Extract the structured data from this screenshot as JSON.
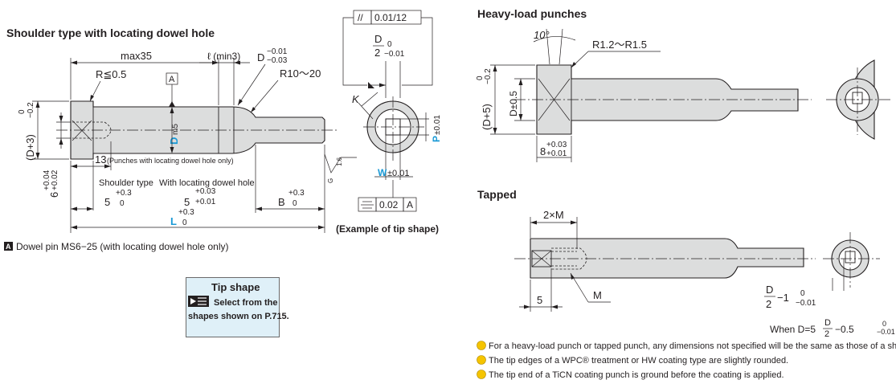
{
  "titles": {
    "shoulder": "Shoulder type with locating dowel hole",
    "heavy": "Heavy-load punches",
    "tapped": "Tapped"
  },
  "shoulder_dims": {
    "max35": "max35",
    "l_min3": "ℓ (min3)",
    "d_main": "D",
    "d_tol_top": "−0.01",
    "d_tol_bot": "−0.03",
    "r05": "R≦0.5",
    "r1020": "R10〜20",
    "ref_a": "A",
    "d_m5_d": "D",
    "d_m5_m": "m5",
    "d3": "(D+3)",
    "d3_tol_top": "0",
    "d3_tol_bot": "−0.2",
    "six": "6",
    "six_tol_top": "+0.04",
    "six_tol_bot": "+0.02",
    "thirteen": "13",
    "thirteen_note": "(Punches with locating dowel hole only)",
    "shoulder_type": "Shoulder type",
    "with_dowel": "With locating dowel hole",
    "five_a": "5",
    "five_a_top": "+0.3",
    "five_a_bot": "0",
    "five_b": "5",
    "five_b_top": "+0.03",
    "five_b_bot": "+0.01",
    "b_dim": "B",
    "b_top": "+0.3",
    "b_bot": "0",
    "l_dim": "L",
    "l_top": "+0.3",
    "l_bot": "0",
    "g16": "1.6",
    "g": "G"
  },
  "tip_example": {
    "parallel_sym": "//",
    "parallel_val": "0.01/12",
    "d": "D",
    "two": "2",
    "two_tol_top": "0",
    "two_tol_bot": "−0.01",
    "k": "K",
    "p": "P",
    "p_tol": "±0.01",
    "w": "W",
    "w_tol": "±0.01",
    "sym_val": "0.02",
    "sym_ref": "A",
    "caption": "(Example of tip shape)"
  },
  "dowel_note": {
    "badge": "A",
    "text": "Dowel pin MS6−25 (with locating dowel hole only)"
  },
  "tip_box": {
    "title": "Tip shape",
    "line1": "Select from the",
    "line2": "shapes shown on P.715."
  },
  "heavy_dims": {
    "angle": "10°",
    "r": "R1.2〜R1.5",
    "d5": "(D+5)",
    "d5_tol_top": "0",
    "d5_tol_bot": "−0.2",
    "d05": "D±0.5",
    "eight": "8",
    "eight_top": "+0.03",
    "eight_bot": "+0.01"
  },
  "tapped_dims": {
    "two_m": "2×M",
    "five": "5",
    "m": "M",
    "d2": "D",
    "d2_den": "2",
    "minus1": "−1",
    "minus1_top": "0",
    "minus1_bot": "−0.01",
    "when": "When D=5",
    "when_den": "2",
    "minus05": "−0.5",
    "minus05_top": "0",
    "minus05_bot": "−0.01"
  },
  "notes": [
    "For a heavy-load punch or tapped punch, any dimensions not specified will be the same as those of a shoulder type.",
    "The tip edges of a WPC® treatment or HW coating type are slightly rounded.",
    "The tip end of a TiCN coating punch is ground before the coating is applied."
  ],
  "colors": {
    "blue": "#1a9ad6",
    "part": "#dcdddd",
    "box": "#dff0f8"
  }
}
